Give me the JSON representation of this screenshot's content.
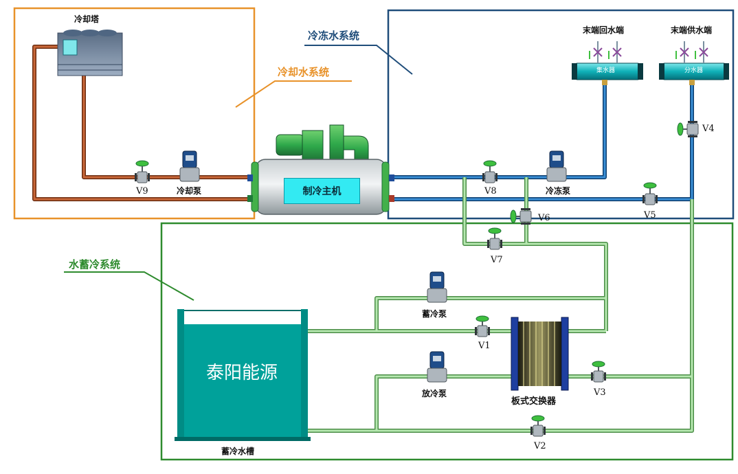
{
  "systems": {
    "cooling_water": "冷却水系统",
    "chilled_water": "冷冻水系统",
    "ice_storage": "水蓄冷系统"
  },
  "equipment": {
    "cooling_tower": "冷却塔",
    "chiller": "制冷主机",
    "cooling_pump": "冷却泵",
    "chilled_pump": "冷冻泵",
    "storage_pump": "蓄冷泵",
    "discharge_pump": "放冷泵",
    "plate_exchanger": "板式交换器",
    "storage_tank": "蓄冷水槽",
    "tank_brand": "泰阳能源",
    "return_end": "末端回水端",
    "supply_end": "末端供水端",
    "collector": "集水器",
    "distributor": "分水器"
  },
  "valves": {
    "v1": "V1",
    "v2": "V2",
    "v3": "V3",
    "v4": "V4",
    "v5": "V5",
    "v6": "V6",
    "v7": "V7",
    "v8": "V8",
    "v9": "V9"
  },
  "colors": {
    "cooling_frame": "#e8922a",
    "chilled_frame": "#1f4d7a",
    "storage_frame": "#2e8b2e",
    "cooling_pipe": "#b5562a",
    "chilled_pipe": "#1f6fb2",
    "storage_pipe": "#8fd08a",
    "tank": "#00a19a",
    "chiller_screen": "#33eaf2",
    "valve_handle": "#3fbf3f"
  }
}
